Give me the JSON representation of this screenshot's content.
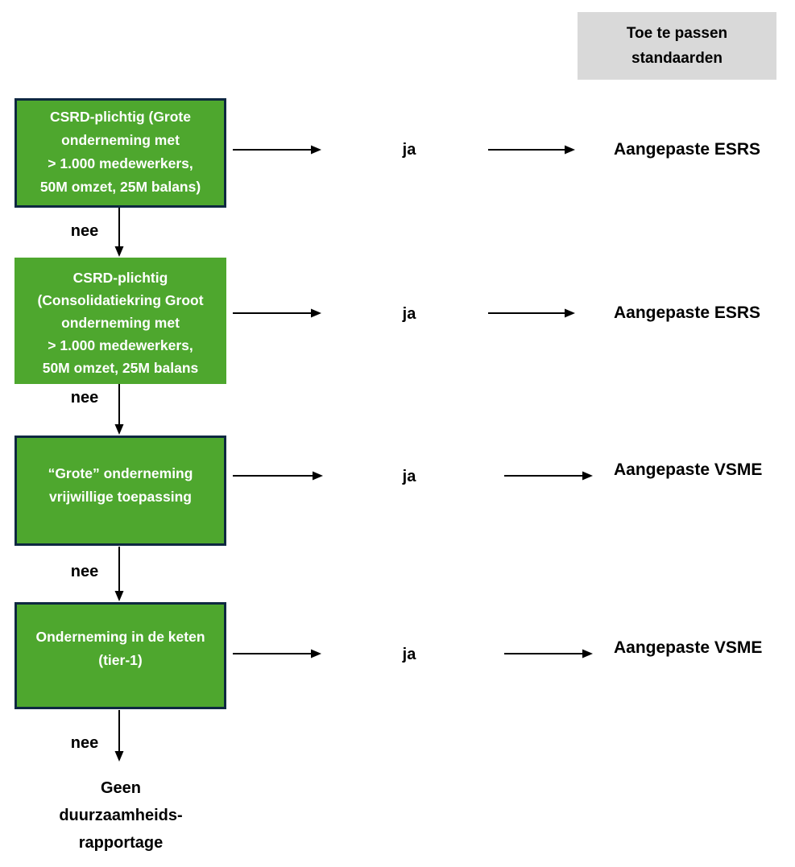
{
  "colors": {
    "box_fill": "#4EA72E",
    "box_border": "#0E2841",
    "header_bg": "#D9D9D9",
    "text_dark": "#000000",
    "text_light": "#FFFFFF",
    "arrow": "#000000"
  },
  "header": {
    "lines": [
      "Toe te passen",
      "standaarden"
    ]
  },
  "boxes": [
    {
      "lines": [
        "CSRD-plichtig (Grote",
        "onderneming met",
        "> 1.000 medewerkers,",
        "50M omzet, 25M balans)"
      ]
    },
    {
      "lines": [
        "CSRD-plichtig",
        "(Consolidatiekring Groot",
        "onderneming met",
        "> 1.000 medewerkers,",
        "50M omzet, 25M balans"
      ]
    },
    {
      "lines": [
        "“Grote” onderneming",
        "vrijwillige toepassing"
      ]
    },
    {
      "lines": [
        "Onderneming in de keten",
        "(tier-1)"
      ]
    }
  ],
  "rows": [
    {
      "ja": "ja",
      "result": "Aangepaste ESRS"
    },
    {
      "ja": "ja",
      "result": "Aangepaste ESRS"
    },
    {
      "ja": "ja",
      "result": "Aangepaste VSME"
    },
    {
      "ja": "ja",
      "result": "Aangepaste VSME"
    }
  ],
  "nee_labels": [
    "nee",
    "nee",
    "nee",
    "nee"
  ],
  "final": {
    "lines": [
      "Geen",
      "duurzaamheids-",
      "rapportage"
    ]
  }
}
